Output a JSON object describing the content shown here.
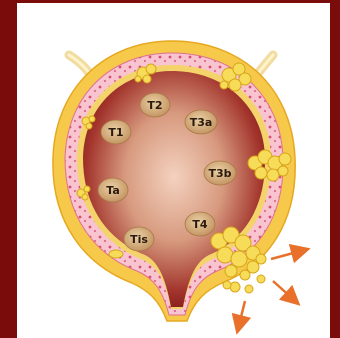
{
  "diagram": {
    "stages": [
      {
        "id": "t2",
        "label": "T2"
      },
      {
        "id": "t3a",
        "label": "T3a"
      },
      {
        "id": "t1",
        "label": "T1"
      },
      {
        "id": "t3b",
        "label": "T3b"
      },
      {
        "id": "ta",
        "label": "Ta"
      },
      {
        "id": "t4",
        "label": "T4"
      },
      {
        "id": "tis",
        "label": "Tis"
      }
    ],
    "colors": {
      "frame": "#7a0c0c",
      "background": "#ffffff",
      "fat": "#f6c94a",
      "muscle": "#f2b3c4",
      "lumen_center": "#e7b59c",
      "lumen_edge": "#8e1a1a",
      "label_fill": "#d7b07d",
      "tumor": "#f7dc5a",
      "arrow": "#e8702a"
    }
  }
}
